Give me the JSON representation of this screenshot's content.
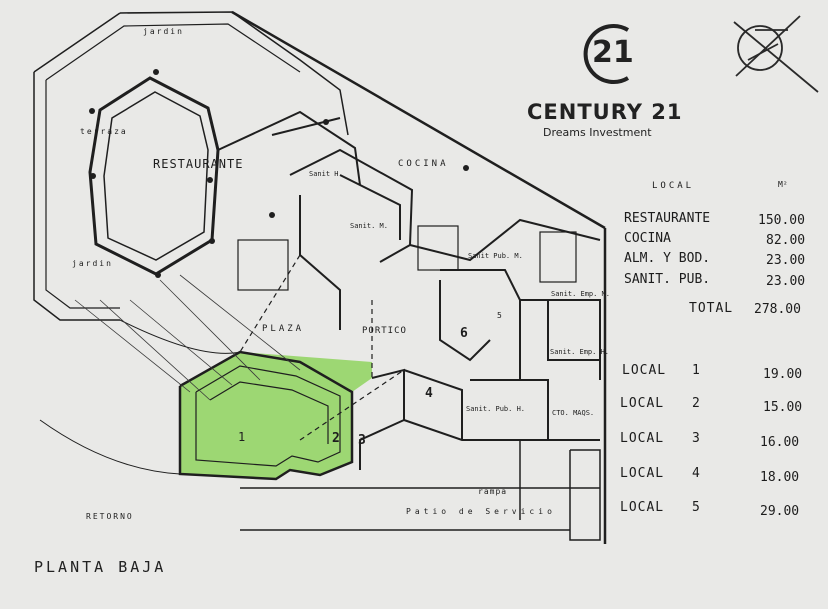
{
  "brand": {
    "logo_mark": "21",
    "name": "CENTURY 21",
    "tagline": "Dreams Investment"
  },
  "compass_icon": "compass-north-arrow-icon",
  "colors": {
    "highlight": "#8fd35e",
    "line": "#1f1f1f",
    "paper": "#e9e9e7"
  },
  "plan": {
    "title": "PLANTA BAJA",
    "labels": {
      "jardin_top": "jardin",
      "terraza": "terraza",
      "restaurante": "RESTAURANTE",
      "cocina": "COCINA",
      "jardin_left": "jardin",
      "plaza": "PLAZA",
      "portico": "PORTICO",
      "retorno": "RETORNO",
      "rampa": "rampa",
      "patio": "Patio de Servicio",
      "sanit_h": "Sanit H.",
      "sanit_m": "Sanit. M.",
      "sanit_pub_m": "Sanit Pub. M.",
      "sanit_emp_m": "Sanit. Emp. M.",
      "sanit_emp_h": "Sanit. Emp. H.",
      "sanit_pub_h": "Sanit. Pub. H.",
      "cto_maqs": "CTO. MAQS.",
      "local_1": "1",
      "local_2": "2",
      "local_3": "3",
      "local_4": "4",
      "local_5": "5",
      "local_6": "6"
    }
  },
  "area_table": {
    "header": {
      "label": "LOCAL",
      "unit": "M²"
    },
    "rows": [
      {
        "name": "RESTAURANTE",
        "value": "150.00"
      },
      {
        "name": "COCINA",
        "value": "82.00"
      },
      {
        "name": "ALM. Y BOD.",
        "value": "23.00"
      },
      {
        "name": "SANIT. PUB.",
        "value": "23.00"
      }
    ],
    "total": {
      "label": "TOTAL",
      "value": "278.00"
    },
    "locals": [
      {
        "name": "LOCAL",
        "num": "1",
        "value": "19.00"
      },
      {
        "name": "LOCAL",
        "num": "2",
        "value": "15.00"
      },
      {
        "name": "LOCAL",
        "num": "3",
        "value": "16.00"
      },
      {
        "name": "LOCAL",
        "num": "4",
        "value": "18.00"
      },
      {
        "name": "LOCAL",
        "num": "5",
        "value": "29.00"
      }
    ]
  }
}
